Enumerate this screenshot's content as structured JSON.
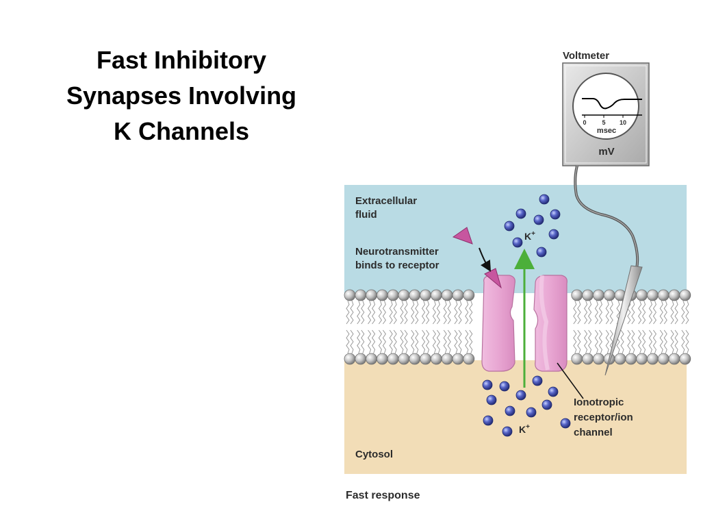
{
  "slide": {
    "title_lines": [
      "Fast Inhibitory",
      "Synapses Involving",
      "K Channels"
    ]
  },
  "diagram": {
    "voltmeter": {
      "title": "Voltmeter",
      "ticks": [
        "0",
        "5",
        "10"
      ],
      "time_unit": "msec",
      "unit": "mV"
    },
    "regions": {
      "extracellular_line1": "Extracellular",
      "extracellular_line2": "fluid",
      "cytosol": "Cytosol"
    },
    "labels": {
      "neurotransmitter_line1": "Neurotransmitter",
      "neurotransmitter_line2": "binds to receptor",
      "ion_top": "K",
      "ion_bottom": "K",
      "ion_charge": "+",
      "receptor_line1": "Ionotropic",
      "receptor_line2": "receptor/ion",
      "receptor_line3": "channel"
    },
    "caption": "Fast response",
    "colors": {
      "extracellular": "#b9dbe4",
      "cytosol": "#f2ddb7",
      "channel": "#e8a6d2",
      "neurotransmitter": "#c7569f",
      "ion": "#4250b0",
      "flow_arrow": "#4caf3a"
    }
  }
}
